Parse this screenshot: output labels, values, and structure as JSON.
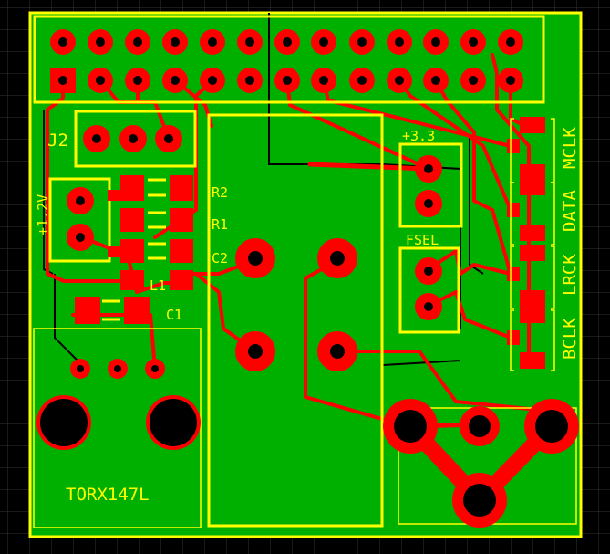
{
  "colors": {
    "background": "#000000",
    "grid": "#333333",
    "board": "#00b000",
    "copper": "#ff0000",
    "silkscreen": "#ffff00"
  },
  "labels": {
    "j2": "J2",
    "v12": "+1.2V",
    "r2": "R2",
    "r1": "R1",
    "c2": "C2",
    "l1": "L1",
    "c1": "C1",
    "v33": "+3.3",
    "fsel": "FSEL",
    "mclk": "MCLK",
    "data": "DATA",
    "lrck": "LRCK",
    "bclk": "BCLK",
    "torx": "TORX147L"
  }
}
